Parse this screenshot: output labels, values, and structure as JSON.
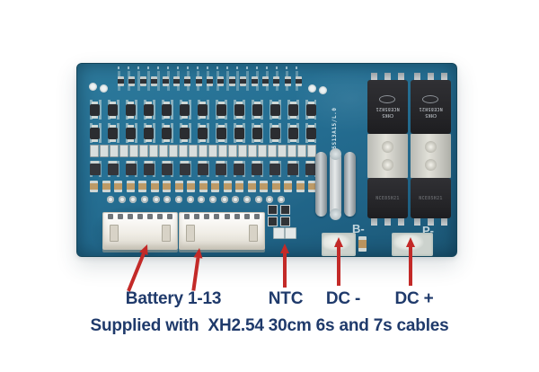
{
  "annotations": {
    "labels": [
      {
        "id": "battery",
        "text": "Battery 1-13"
      },
      {
        "id": "ntc",
        "text": "NTC"
      },
      {
        "id": "dc-minus",
        "text": "DC -"
      },
      {
        "id": "dc-plus",
        "text": "DC +"
      }
    ],
    "caption": "Supplied with  XH2.54 30cm 6s and 7s cables",
    "arrow_color": "#c32a28",
    "label_color": "#1f3a6b"
  },
  "board": {
    "silkscreen_marking": "HM-8845S13A15/L.0",
    "terminal_labels": {
      "left": "B-",
      "right": "P-"
    },
    "mosfet_marking": {
      "code": "CHK5",
      "part": "NCE85H21"
    },
    "colors": {
      "pcb": "#256f93",
      "pcb_dark": "#1b5674",
      "solder_pad": "#d9dfdf",
      "connector": "#f1eee7"
    },
    "decor": {
      "top_strip": {
        "count": 17,
        "cls": "smd"
      },
      "sot_row_a": {
        "count": 13,
        "cls": "sot"
      },
      "sot_row_b": {
        "count": 13,
        "cls": "sot"
      },
      "res_row": {
        "count": 23,
        "cls": "res"
      },
      "ic_row": {
        "count": 13,
        "cls": "ic"
      },
      "cap_row": {
        "count": 19,
        "cls": "cap"
      },
      "pad_row": {
        "count": 16,
        "cls": "hole"
      },
      "conn_left_pins": {
        "count": 7,
        "cls": "notch"
      },
      "conn_right_pins": {
        "count": 8,
        "cls": "notch"
      }
    }
  }
}
